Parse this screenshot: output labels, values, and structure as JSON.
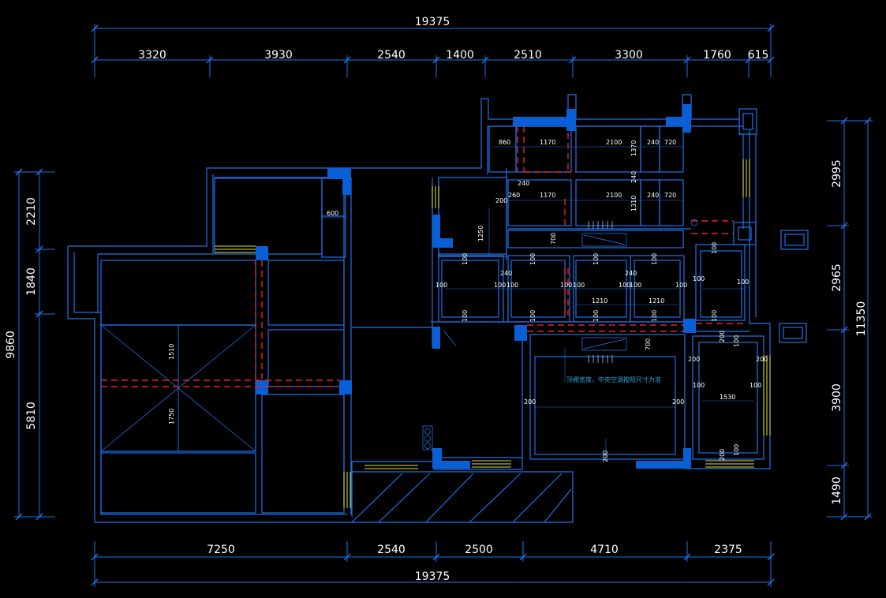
{
  "top_overall": "19375",
  "top_segments": [
    "3320",
    "3930",
    "2540",
    "1400",
    "2510",
    "3300",
    "1760",
    "615"
  ],
  "bottom_overall": "19375",
  "bottom_segments": [
    "7250",
    "2540",
    "2500",
    "4710",
    "2375"
  ],
  "left_overall": "9860",
  "left_segments": [
    "2210",
    "1840",
    "5810"
  ],
  "right_overall": "11350",
  "right_segments": [
    "2995",
    "2965",
    "3900",
    "1490"
  ],
  "ceiling_note": "顶棚宽度，中央空调按照尺寸为准",
  "room_dims": {
    "d600": "600",
    "d1250": "1250",
    "d1510": "1510",
    "d1750": "1750",
    "d860": "860",
    "d1170a": "1170",
    "d2100a": "2100",
    "d1370": "1370",
    "d240a": "240",
    "d720a": "720",
    "d240b": "240",
    "d260": "260",
    "d1170b": "1170",
    "d2100b": "2100",
    "d240c": "240",
    "d720b": "720",
    "d200a": "200",
    "d1310": "1310",
    "d240v": "240",
    "d700a": "700",
    "d100a": "100",
    "d100b": "100",
    "d100c": "100",
    "d100d": "100",
    "d100e": "100",
    "d100f": "100",
    "d100g": "100",
    "d100h": "100",
    "d100i": "100",
    "d100j": "100",
    "d100k": "100",
    "d100l": "100",
    "d100m": "100",
    "d100n": "100",
    "d100o": "100",
    "d100p": "100",
    "d100q": "100",
    "d100r": "100",
    "d100s": "100",
    "d100t": "100",
    "d240d": "240",
    "d240e": "240",
    "d1210a": "1210",
    "d1210b": "1210",
    "d700b": "700",
    "d200b": "200",
    "d200c": "200",
    "d200d": "200",
    "d200e": "200",
    "d200f": "200",
    "d200g": "200",
    "d200h": "200",
    "d100u": "100",
    "d100v": "100",
    "d1530": "1530",
    "d100w": "100",
    "d100x": "100"
  }
}
